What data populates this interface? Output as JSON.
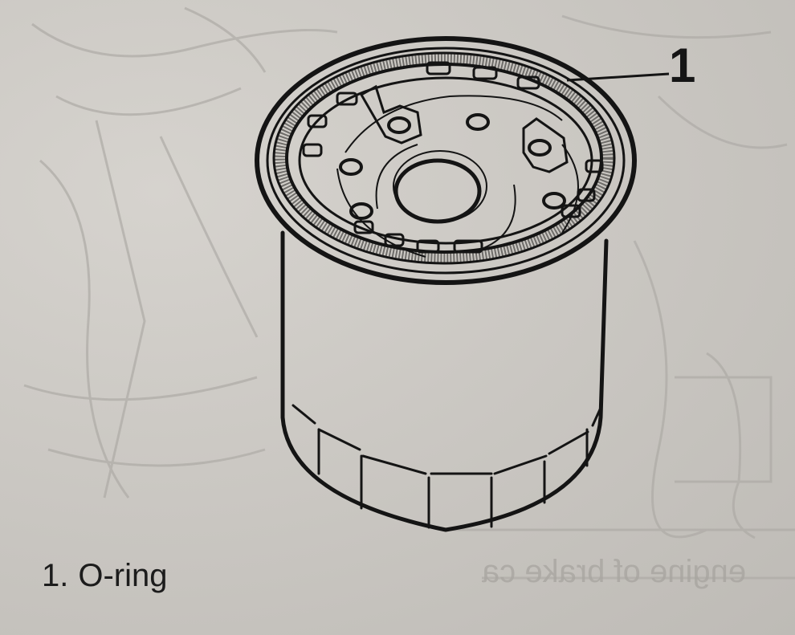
{
  "figure": {
    "subject": "oil-filter",
    "callouts": [
      {
        "number": "1",
        "target": "o-ring"
      }
    ]
  },
  "legend": {
    "items": [
      {
        "number": "1.",
        "label": "O-ring"
      }
    ]
  },
  "bleed_through": {
    "text": "engine of brake ca"
  },
  "colors": {
    "paper": "#c9c6c1",
    "ink": "#151515",
    "ghost_ink": "#a9a6a1"
  }
}
